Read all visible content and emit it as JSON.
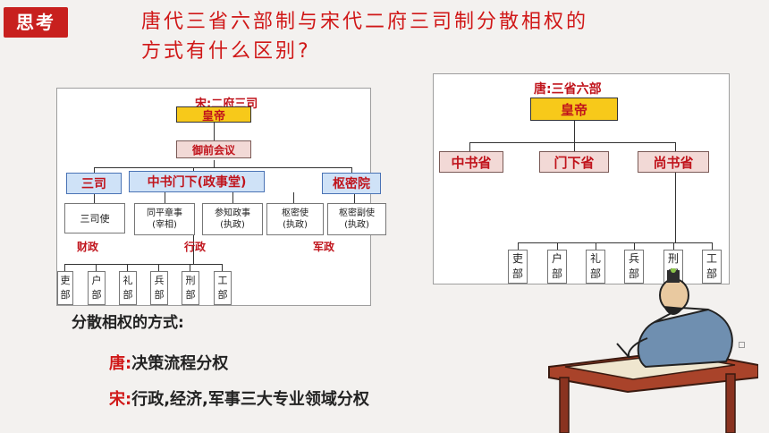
{
  "header": {
    "stamp": "思考",
    "question_line1": "唐代三省六部制与宋代二府三司制分散相权的",
    "question_line2": "方式有什么区别?"
  },
  "song": {
    "title": "宋:二府三司",
    "emperor": "皇帝",
    "council": "御前会议",
    "sansi": "三司",
    "zhongshu": "中书门下(政事堂)",
    "shumiyuan": "枢密院",
    "sansishi": "三司使",
    "tongping_a": "同平章事",
    "tongping_b": "(宰相)",
    "canzhi_a": "参知政事",
    "canzhi_b": "(执政)",
    "shumishi_a": "枢密使",
    "shumishi_b": "(执政)",
    "fushi_a": "枢密副使",
    "fushi_b": "(执政)",
    "label_finance": "财政",
    "label_admin": "行政",
    "label_military": "军政",
    "ministries": [
      {
        "top": "吏",
        "bottom": "部"
      },
      {
        "top": "户",
        "bottom": "部"
      },
      {
        "top": "礼",
        "bottom": "部"
      },
      {
        "top": "兵",
        "bottom": "部"
      },
      {
        "top": "刑",
        "bottom": "部"
      },
      {
        "top": "工",
        "bottom": "部"
      }
    ]
  },
  "tang": {
    "title": "唐:三省六部",
    "emperor": "皇帝",
    "zhongshu": "中书省",
    "menxia": "门下省",
    "shangshu": "尚书省",
    "ministries": [
      {
        "top": "吏",
        "bottom": "部"
      },
      {
        "top": "户",
        "bottom": "部"
      },
      {
        "top": "礼",
        "bottom": "部"
      },
      {
        "top": "兵",
        "bottom": "部"
      },
      {
        "top": "刑",
        "bottom": "部"
      },
      {
        "top": "工",
        "bottom": "部"
      }
    ]
  },
  "summary": {
    "heading": "分散相权的方式:",
    "tang_key": "唐:",
    "tang_text": "决策流程分权",
    "song_key": "宋:",
    "song_text": "行政,经济,军事三大专业领域分权"
  },
  "colors": {
    "accent": "#d01818",
    "stamp_bg": "#c8201e",
    "emperor_box": "#f7c91a",
    "pink_box": "#f2d9d6",
    "blue_box": "#cfe2f7"
  }
}
